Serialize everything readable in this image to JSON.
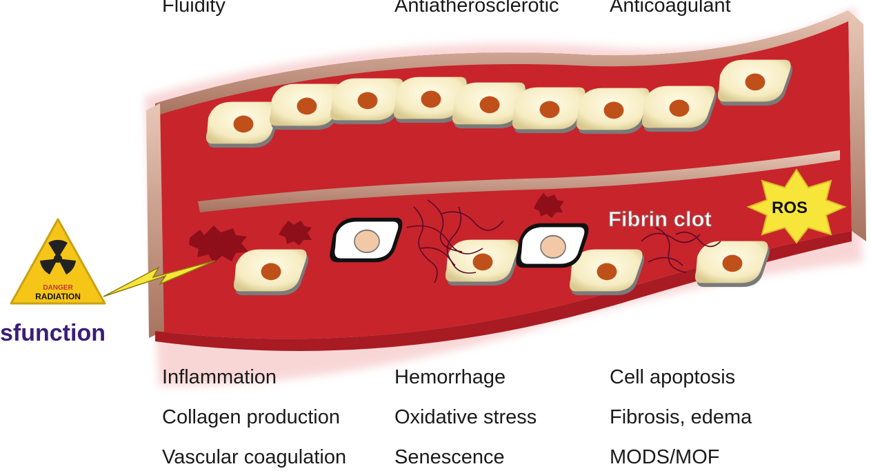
{
  "top_labels": [
    "Fluidity",
    "Antiatherosclerotic",
    "Anticoagulant"
  ],
  "bottom_labels": {
    "col1": [
      "Inflammation",
      "Collagen production",
      "Vascular coagulation"
    ],
    "col2": [
      "Hemorrhage",
      "Oxidative stress",
      "Senescence"
    ],
    "col3": [
      "Cell apoptosis",
      "Fibrosis, edema",
      "MODS/MOF"
    ]
  },
  "left_title": "sfunction",
  "fibrin_label": "Fibrin clot",
  "ros_label": "ROS",
  "radiation_sign": {
    "line1": "DANGER",
    "line2": "RADIATION"
  },
  "colors": {
    "vessel_red": "#c8242b",
    "vessel_wall": "#c79a86",
    "cell_body": "#f6ecc2",
    "nucleus": "#c0501a",
    "ros_star": "#f7e53a",
    "title_purple": "#3b1d7a",
    "sign_yellow": "#f5c518"
  }
}
